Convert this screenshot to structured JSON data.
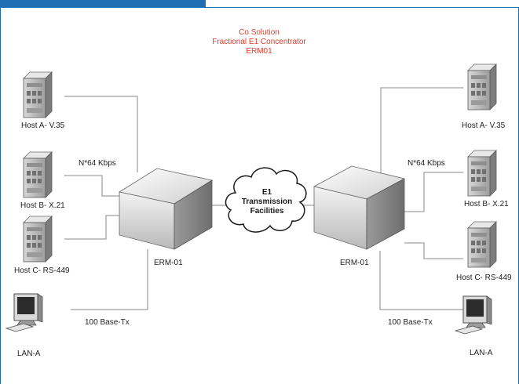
{
  "header": {
    "line1": "Co Solution",
    "line2": "Fractional E1 Concentrator",
    "line3": "ERM01"
  },
  "left": {
    "host_a": "Host A- V.35",
    "host_b": "Host B- X.21",
    "host_c": "Host C- RS-449",
    "lan": "LAN-A",
    "rate": "N*64 Kbps",
    "ethernet": "100 Base-Tx",
    "device": "ERM-01"
  },
  "right": {
    "host_a": "Host A- V.35",
    "host_b": "Host B- X.21",
    "host_c": "Host C- RS-449",
    "lan": "LAN-A",
    "rate": "N*64 Kbps",
    "ethernet": "100 Base-Tx",
    "device": "ERM-01"
  },
  "cloud": {
    "line1": "E1",
    "line2": "Transmission",
    "line3": "Facilities"
  },
  "colors": {
    "accent": "#1f6fb5",
    "title": "#e23b2a",
    "lines": "#8a8a8a"
  }
}
